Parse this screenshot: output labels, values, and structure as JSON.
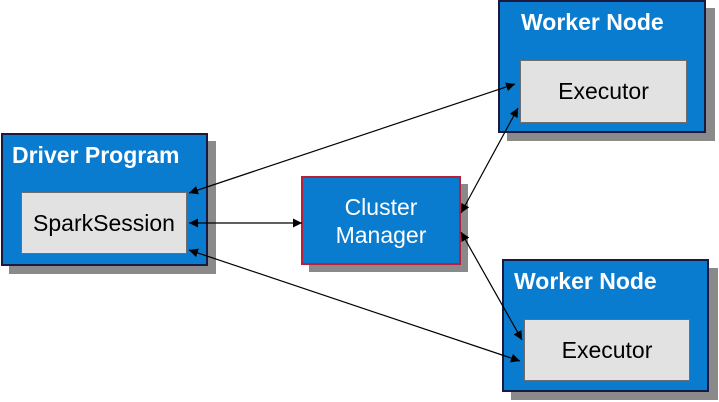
{
  "diagram": {
    "driver": {
      "title": "Driver Program",
      "component": "SparkSession"
    },
    "cluster_manager": {
      "line1": "Cluster",
      "line2": "Manager"
    },
    "workers": [
      {
        "title": "Worker Node",
        "component": "Executor"
      },
      {
        "title": "Worker Node",
        "component": "Executor"
      }
    ]
  },
  "colors": {
    "box_fill": "#0a7ccf",
    "inner_fill": "#e2e2e2",
    "shadow": "#8a8a8a",
    "cluster_border": "#b8203a",
    "arrow": "#000000"
  }
}
